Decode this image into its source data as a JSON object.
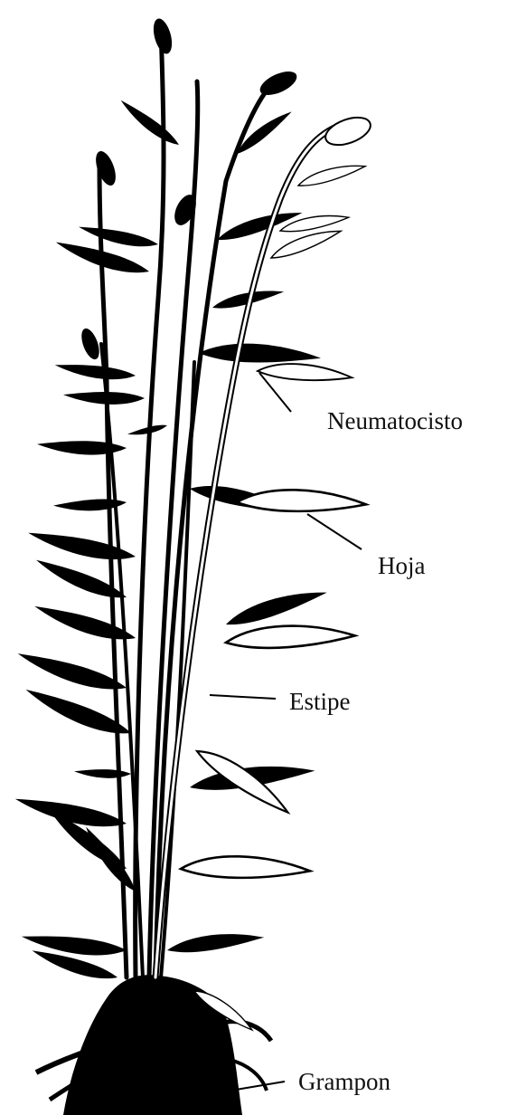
{
  "diagram": {
    "labels": {
      "neumatocisto": "Neumatocisto",
      "hoja": "Hoja",
      "estipe": "Estipe",
      "grampon": "Grampon"
    },
    "colors": {
      "ink": "#000000",
      "background": "#ffffff"
    }
  }
}
